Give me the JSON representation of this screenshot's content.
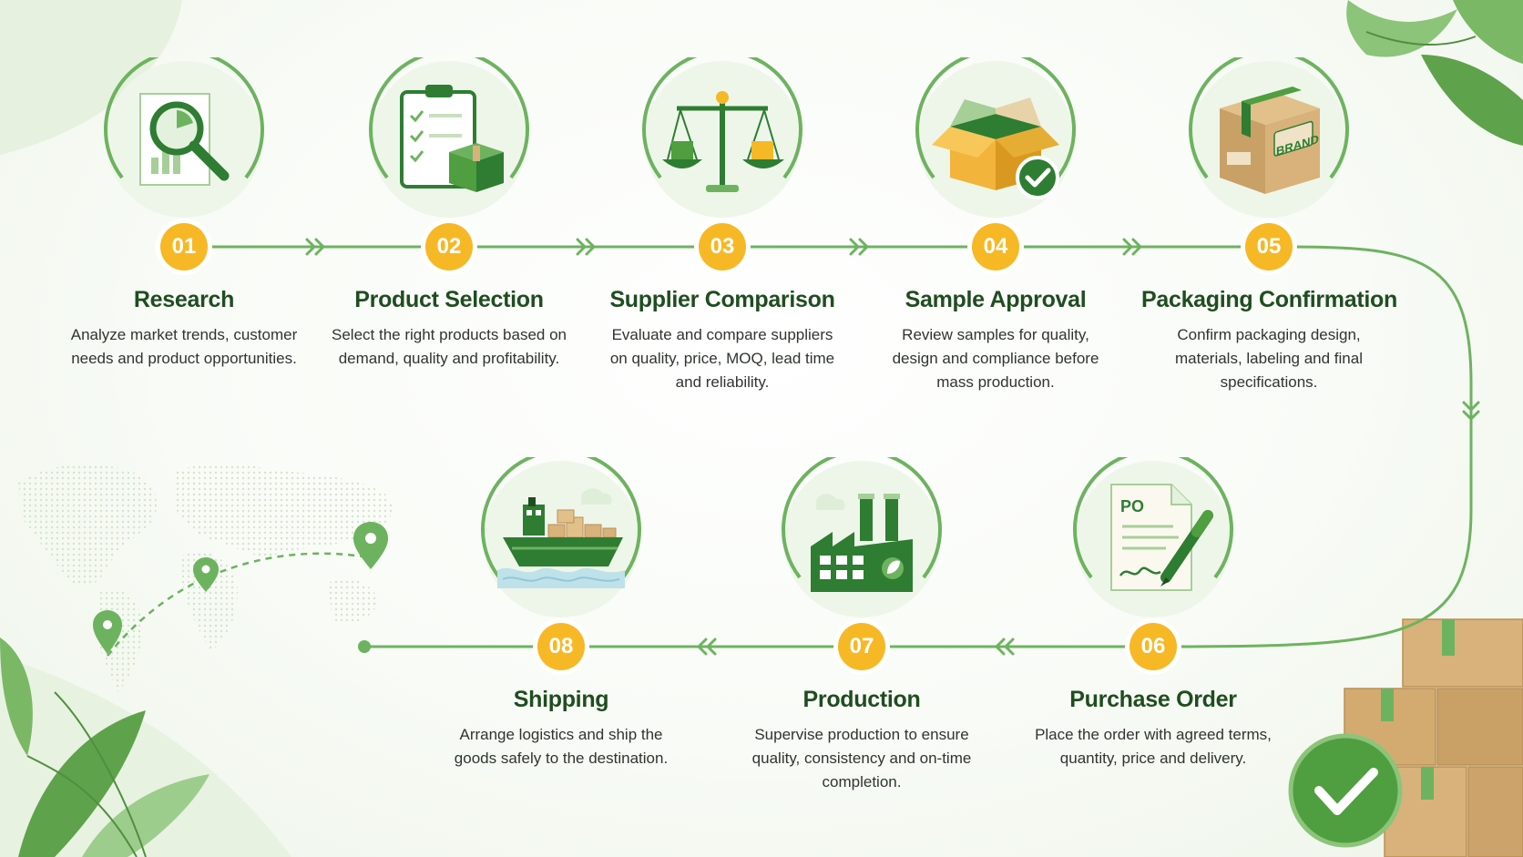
{
  "colors": {
    "primary_green": "#2e7d32",
    "light_green": "#6db35f",
    "badge_yellow": "#f7b826",
    "title_green": "#1f4d1f",
    "box_tan": "#d8b27a"
  },
  "steps": [
    {
      "number": "01",
      "title": "Research",
      "description": "Analyze market trends, customer needs and product opportunities.",
      "icon": "magnifier-report-icon"
    },
    {
      "number": "02",
      "title": "Product Selection",
      "description": "Select the right products based on demand, quality and profitability.",
      "icon": "clipboard-box-icon"
    },
    {
      "number": "03",
      "title": "Supplier Comparison",
      "description": "Evaluate and compare suppliers on quality, price, MOQ, lead time and reliability.",
      "icon": "balance-scale-icon"
    },
    {
      "number": "04",
      "title": "Sample Approval",
      "description": "Review samples for quality, design and compliance before mass production.",
      "icon": "open-box-check-icon"
    },
    {
      "number": "05",
      "title": "Packaging Confirmation",
      "description": "Confirm packaging design, materials, labeling and final specifications.",
      "icon": "branded-box-icon"
    },
    {
      "number": "06",
      "title": "Purchase Order",
      "description": "Place the order with agreed terms, quantity, price and delivery.",
      "icon": "purchase-order-pen-icon"
    },
    {
      "number": "07",
      "title": "Production",
      "description": "Supervise production to ensure quality, consistency and on-time completion.",
      "icon": "factory-icon"
    },
    {
      "number": "08",
      "title": "Shipping",
      "description": "Arrange logistics and ship the goods safely to the destination.",
      "icon": "cargo-ship-icon"
    }
  ],
  "icon_text": {
    "brand_label": "BRAND",
    "po_label": "PO"
  }
}
